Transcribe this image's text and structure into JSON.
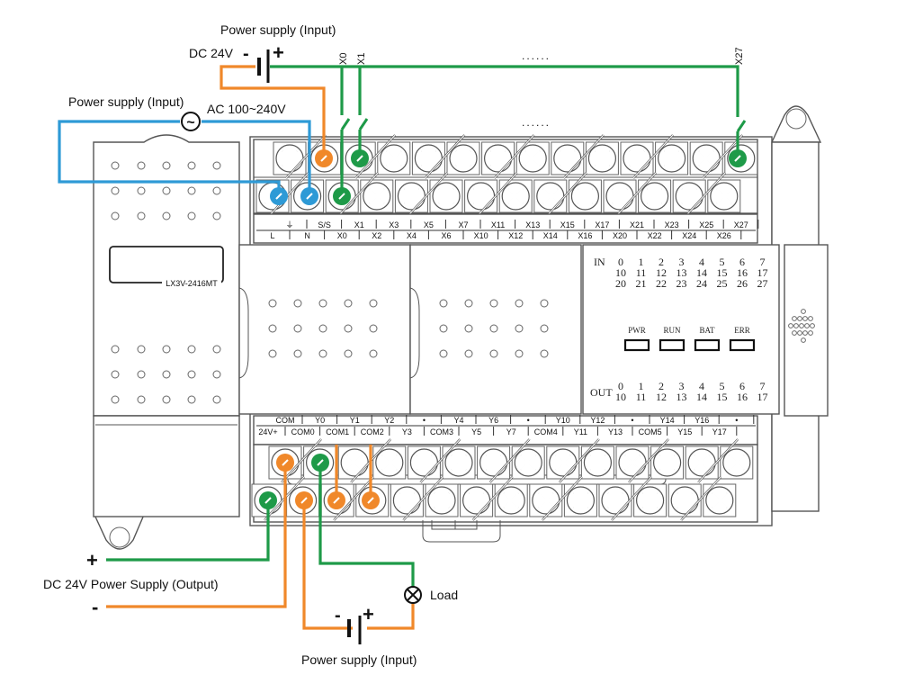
{
  "colors": {
    "dc_positive": "#1e9a48",
    "dc_negative": "#f0882a",
    "ac_line": "#2e9ad6",
    "outline": "#555555"
  },
  "top_labels": {
    "dc_title": "Power supply (Input)",
    "dc_voltage": "DC 24V",
    "dc_minus": "-",
    "dc_plus": "+",
    "ac_title": "Power supply (Input)",
    "ac_voltage": "AC 100~240V",
    "ac_symbol": "~",
    "input_x0": "X0",
    "input_x1": "X1",
    "input_x27": "X27",
    "ellipsis_top": "......",
    "ellipsis_mid": "......"
  },
  "plc": {
    "model": "LX3V-2416MT",
    "input_terminals_top_row": [
      "",
      "S/S",
      "X1",
      "X3",
      "X5",
      "X7",
      "X11",
      "X13",
      "X15",
      "X17",
      "X21",
      "X23",
      "X25",
      "X27"
    ],
    "input_terminals_bottom_row": [
      "L",
      "N",
      "X0",
      "X2",
      "X4",
      "X6",
      "X10",
      "X12",
      "X14",
      "X16",
      "X20",
      "X22",
      "X24",
      "X26"
    ],
    "input_ground_symbol": "⏚",
    "output_terminals_top_row": [
      "COM",
      "Y0",
      "Y1",
      "Y2",
      "•",
      "Y4",
      "Y6",
      "•",
      "Y10",
      "Y12",
      "•",
      "Y14",
      "Y16",
      "•"
    ],
    "output_terminals_bottom_row": [
      "24V+",
      "COM0",
      "COM1",
      "COM2",
      "Y3",
      "COM3",
      "Y5",
      "Y7",
      "COM4",
      "Y11",
      "Y13",
      "COM5",
      "Y15",
      "Y17"
    ],
    "status_panel": {
      "in_label": "IN",
      "in_rows": [
        [
          "0",
          "1",
          "2",
          "3",
          "4",
          "5",
          "6",
          "7"
        ],
        [
          "10",
          "11",
          "12",
          "13",
          "14",
          "15",
          "16",
          "17"
        ],
        [
          "20",
          "21",
          "22",
          "23",
          "24",
          "25",
          "26",
          "27"
        ]
      ],
      "leds": [
        "PWR",
        "RUN",
        "BAT",
        "ERR"
      ],
      "out_label": "OUT",
      "out_rows": [
        [
          "0",
          "1",
          "2",
          "3",
          "4",
          "5",
          "6",
          "7"
        ],
        [
          "10",
          "11",
          "12",
          "13",
          "14",
          "15",
          "16",
          "17"
        ]
      ]
    }
  },
  "bottom_labels": {
    "out_plus": "+",
    "out_title": "DC 24V Power Supply (Output)",
    "out_minus": "-",
    "load": "Load",
    "input_minus": "-",
    "input_plus": "+",
    "input_title": "Power supply (Input)"
  }
}
